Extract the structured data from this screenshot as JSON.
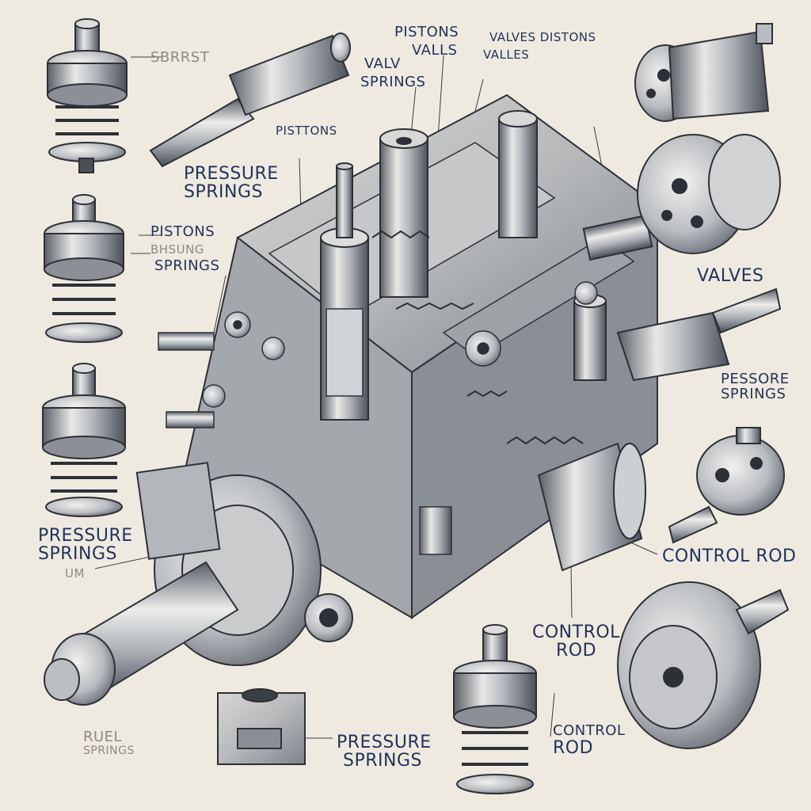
{
  "labels": {
    "pistons_top": "PISTONS",
    "valls_top": "VALLS",
    "valves_distons": "VALVES DISTONS",
    "valves_small": "VALLES",
    "valv": "VALV",
    "springs_top": "SPRINGS",
    "pistions": "PISTTONS",
    "pressure_springs_left_1": "PRESSURE",
    "pressure_springs_left_2": "SPRINGS",
    "pistons_mid": "PISTONS",
    "bhsung": "BHSUNG",
    "springs_mid": "SPRINGS",
    "sbrrst": "SBRRST",
    "valves_right": "VALVES",
    "pessore_1": "PESSORE",
    "pessore_2": "SPRINGS",
    "pressure_springs_lower_1": "PRESSURE",
    "pressure_springs_lower_2": "SPRINGS",
    "um": "UM",
    "control_rod_right": "CONTROL ROD",
    "control_rod_mid_1": "CONTROL",
    "control_rod_mid_2": "ROD",
    "pressure_springs_bottom_1": "PRESSURE",
    "pressure_springs_bottom_2": "SPRINGS",
    "control_rod_bottom_1": "CONTROL",
    "control_rod_bottom_2": "ROD",
    "ruel_1": "RUEL",
    "ruel_2": "SPRINGS"
  },
  "colors": {
    "paper": "#efeae0",
    "ink": "#22335a",
    "metal_light": "#e2e2e0",
    "metal_mid": "#a9adb2",
    "metal_dark": "#4a4f57",
    "outline": "#2d3036"
  }
}
